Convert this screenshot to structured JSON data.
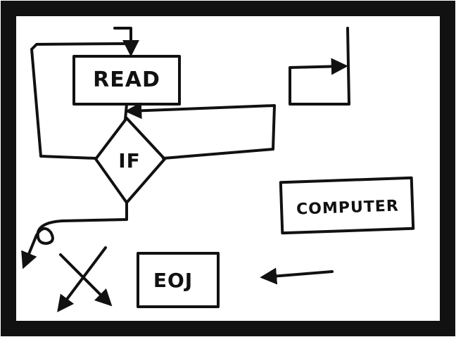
{
  "diagram": {
    "nodes": {
      "read": {
        "label": "READ",
        "shape": "rectangle"
      },
      "if": {
        "label": "IF",
        "shape": "diamond"
      },
      "computer": {
        "label": "COMPUTER",
        "shape": "rectangle"
      },
      "eoj": {
        "label": "EOJ",
        "shape": "rectangle"
      }
    },
    "colors": {
      "ink": "#111111",
      "paper": "#ffffff",
      "frame": "#111111"
    }
  }
}
